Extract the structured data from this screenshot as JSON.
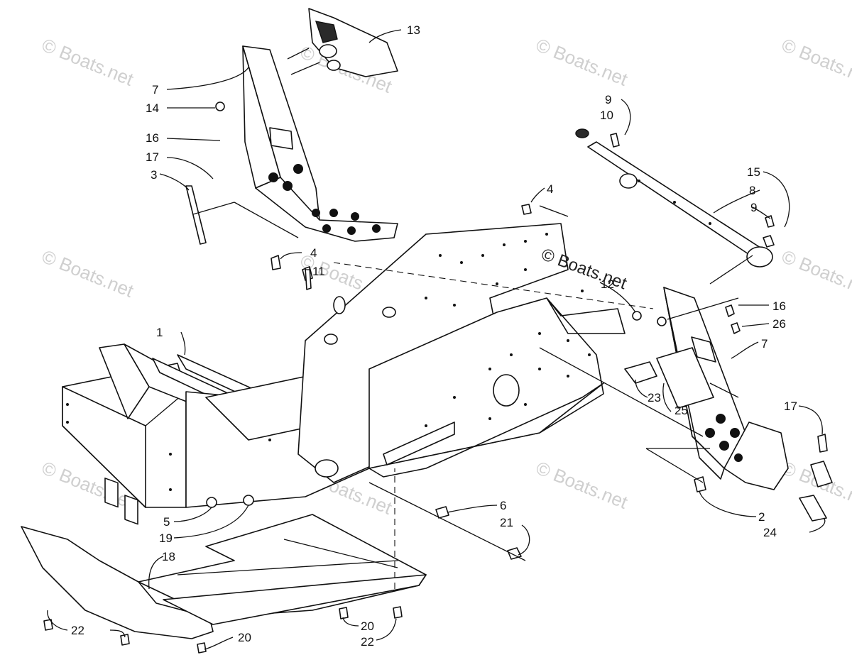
{
  "watermark": {
    "text": "© Boats.net"
  },
  "brand_mark": {
    "text": "© Boats.net"
  },
  "callouts": [
    "13",
    "7",
    "14",
    "16",
    "17",
    "3",
    "9",
    "10",
    "15",
    "8",
    "9",
    "4",
    "4",
    "11",
    "12",
    "1",
    "16",
    "26",
    "7",
    "23",
    "25",
    "17",
    "5",
    "19",
    "6",
    "21",
    "2",
    "24",
    "18",
    "22",
    "20",
    "20",
    "22"
  ]
}
